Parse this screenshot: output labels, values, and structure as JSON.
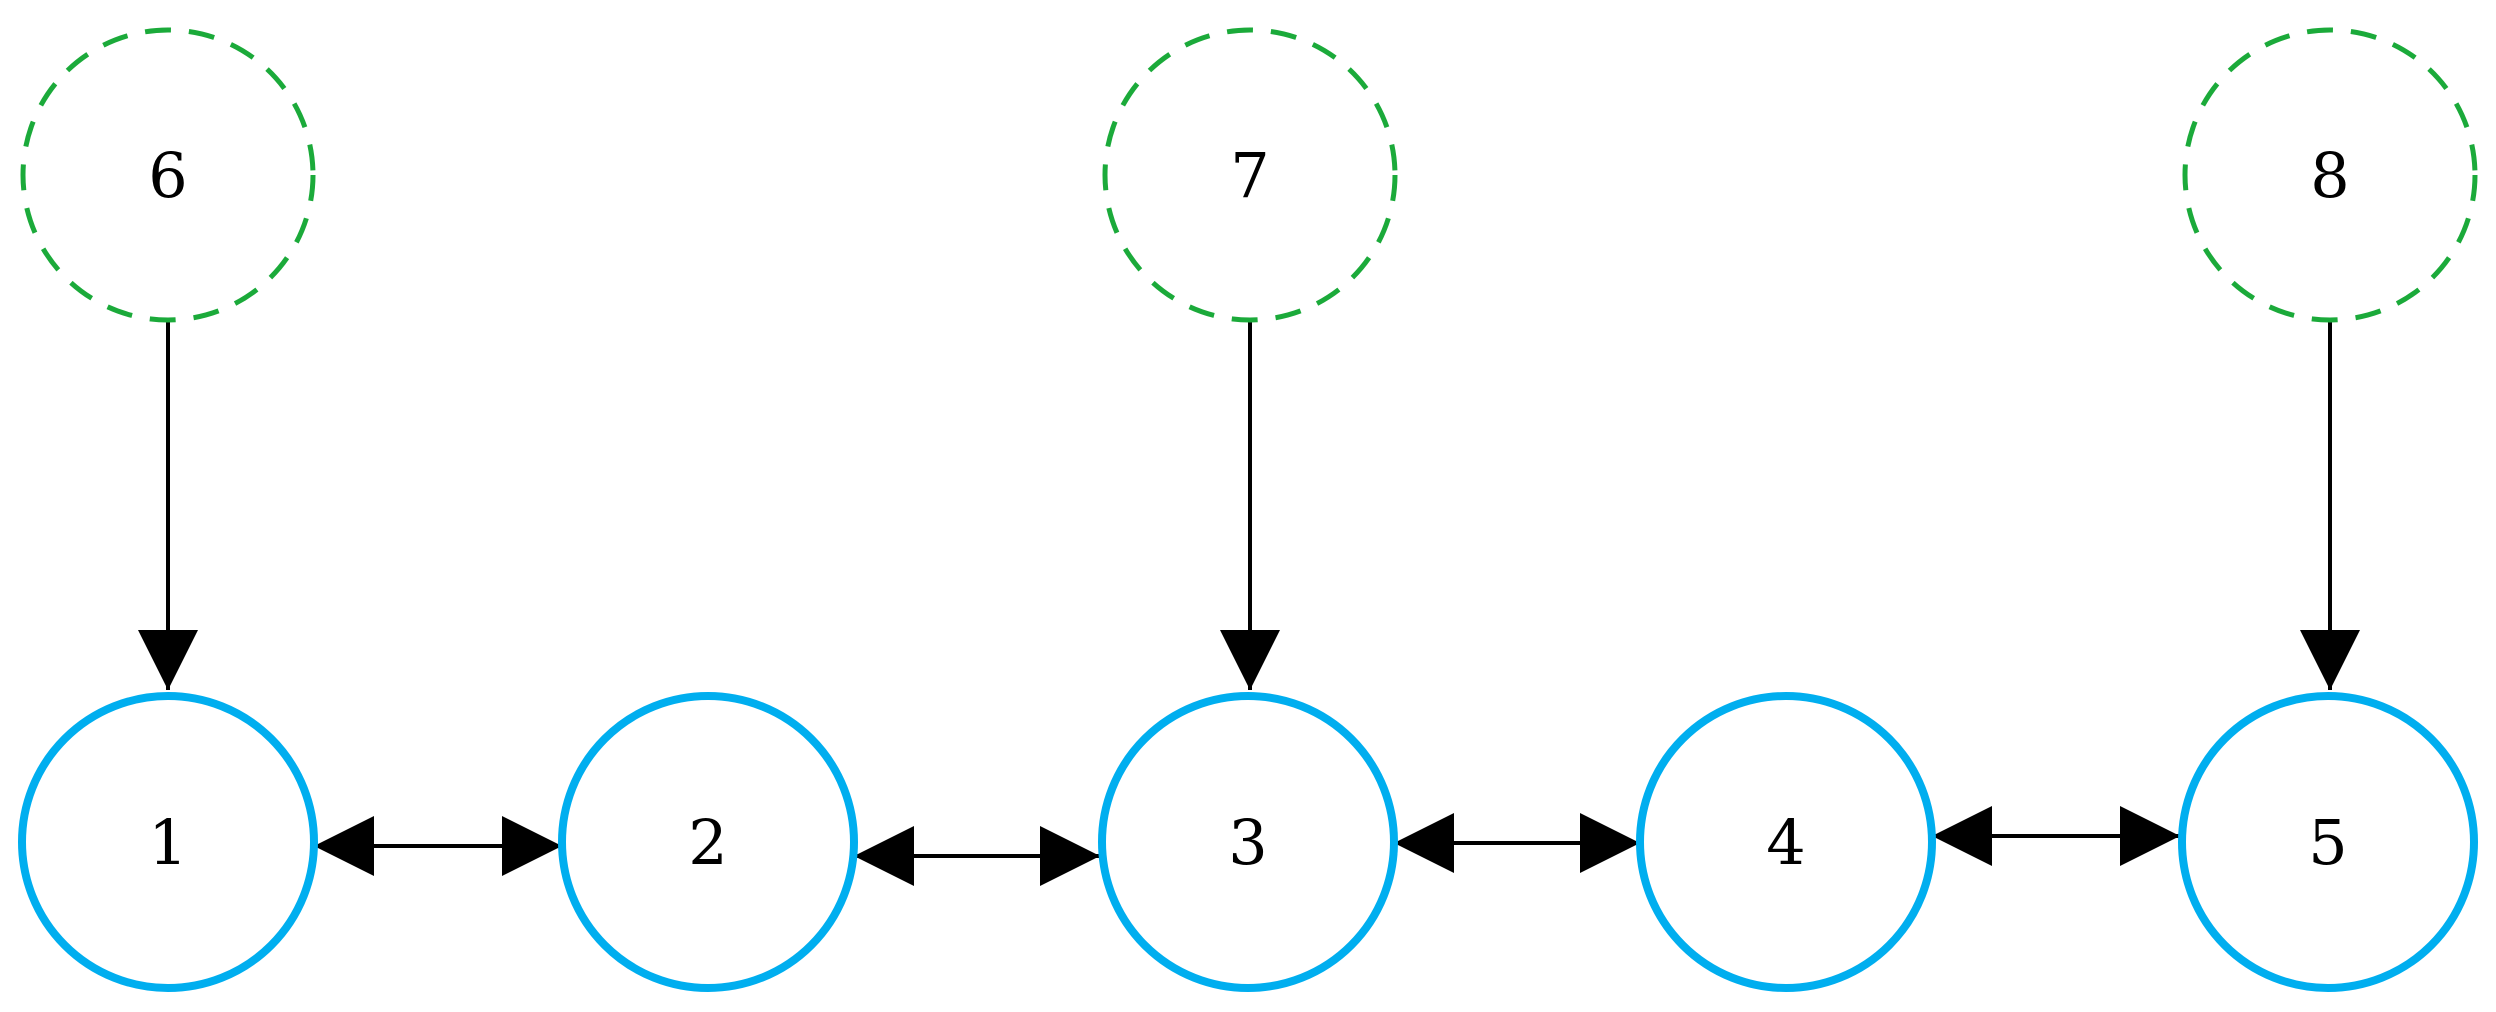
{
  "colors": {
    "background": "#ffffff",
    "primary_node_stroke": "#00AEEF",
    "secondary_node_stroke": "#1BAA3A",
    "edge": "#000000",
    "label": "#000000"
  },
  "nodes": {
    "n1": {
      "label": "1"
    },
    "n2": {
      "label": "2"
    },
    "n3": {
      "label": "3"
    },
    "n4": {
      "label": "4"
    },
    "n5": {
      "label": "5"
    },
    "n6": {
      "label": "6"
    },
    "n7": {
      "label": "7"
    },
    "n8": {
      "label": "8"
    }
  }
}
